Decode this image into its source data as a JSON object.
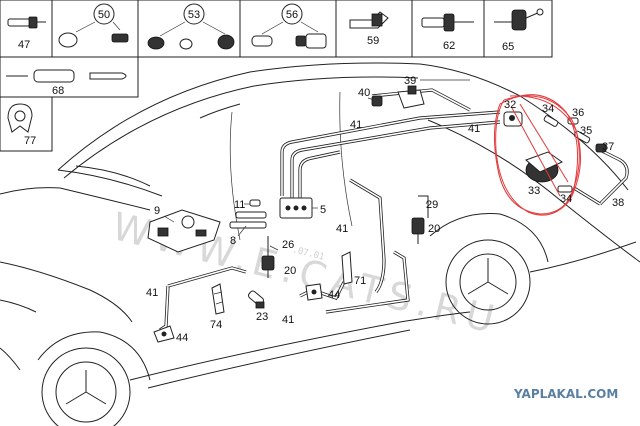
{
  "labels": {
    "grid_row1": [
      "47",
      "50",
      "53",
      "56",
      "59",
      "62",
      "65"
    ],
    "grid_row2": [
      "68"
    ],
    "grid_row3": [
      "77"
    ],
    "main": {
      "p9": "9",
      "p8": "8",
      "p11": "11",
      "p5": "5",
      "p39": "39",
      "p40": "40",
      "p41a": "41",
      "p41b": "41",
      "p41c": "41",
      "p41d": "41",
      "p41e": "41",
      "p26": "26",
      "p20a": "20",
      "p20b": "20",
      "p29": "29",
      "p71": "71",
      "p44a": "44",
      "p44b": "44",
      "p23": "23",
      "p74": "74",
      "p32": "32",
      "p33": "33",
      "p34a": "34",
      "p34b": "34",
      "p35": "35",
      "p36": "36",
      "p37": "37",
      "p38": "38"
    }
  },
  "watermark": {
    "main": "WWW.E.CATS.RU",
    "small": ".07.01"
  },
  "credit": "YAPLAKAL.COM",
  "colors": {
    "ink": "#222222",
    "markup": "#e23a3a",
    "credit": "#5a7fa3"
  }
}
